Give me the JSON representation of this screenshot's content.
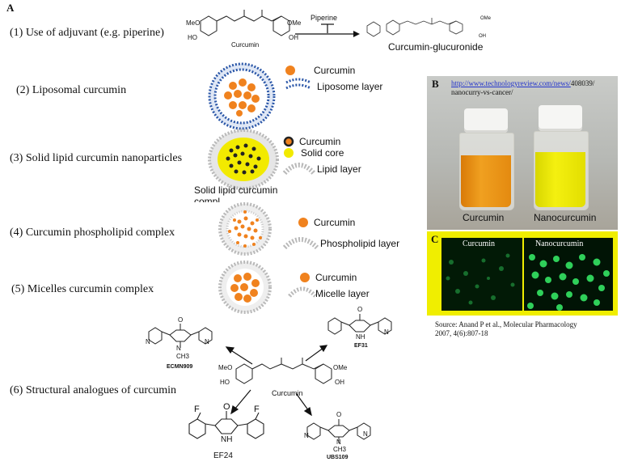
{
  "panel_labels": {
    "a": "A",
    "b": "B",
    "c": "C"
  },
  "strategies": [
    {
      "label": "(1) Use of adjuvant (e.g. piperine)"
    },
    {
      "label": "(2) Liposomal curcumin"
    },
    {
      "label": "(3) Solid lipid curcumin nanoparticles"
    },
    {
      "label": "(4) Curcumin phospholipid complex"
    },
    {
      "label": "(5) Micelles curcumin complex"
    },
    {
      "label": "(6) Structural analogues of curcumin"
    }
  ],
  "row1": {
    "inhibitor": "Piperine",
    "molecule": "Curcumin",
    "product": "Curcumin-glucuronide"
  },
  "row2": {
    "legend": [
      "Curcumin",
      "Liposome layer"
    ]
  },
  "row3": {
    "legend": [
      "Curcumin",
      "Solid core",
      "Lipid layer"
    ],
    "caption_l1": "Solid lipid curcumin",
    "caption_l2": "compl"
  },
  "row4": {
    "legend": [
      "Curcumin",
      "Phospholipid layer"
    ]
  },
  "row5": {
    "legend": [
      "Curcumin",
      "Micelle layer"
    ]
  },
  "row6": {
    "center": "Curcumin",
    "analogues": [
      "ECMN909",
      "EF31",
      "EF24",
      "UBS109"
    ]
  },
  "chem_text": {
    "meo": "MeO",
    "ho": "HO",
    "ome": "OMe",
    "oh": "OH",
    "nh": "NH",
    "n": "N",
    "ch3": "CH3",
    "f": "F",
    "o": "O"
  },
  "panel_b": {
    "url": "http://www.technologyreview.com/news/",
    "url_suffix": "408039/",
    "url_line2": "nanocurry-vs-cancer/",
    "vial_left": "Curcumin",
    "vial_right": "Nanocurcumin"
  },
  "panel_c": {
    "left": "Curcumin",
    "right": "Nanocurcumin",
    "source_l1": "Source: Anand P et al., Molecular Pharmacology",
    "source_l2": "2007, 4(6):807-18"
  },
  "colors": {
    "curcumin_orange": "#f0821e",
    "core_yellow": "#f2ea00",
    "lipid_grey": "#b9b9b9",
    "liposome_blue": "#2b57a8",
    "frame_yellow": "#f0ee00",
    "fluor_green": "#2fd05a",
    "link_blue": "#2233cc"
  }
}
